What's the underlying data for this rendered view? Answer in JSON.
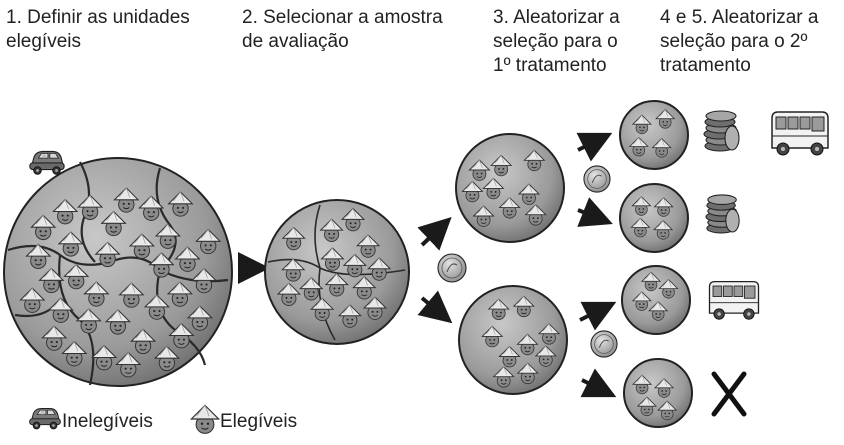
{
  "steps": [
    {
      "lines": [
        "1. Definir as unidades",
        "elegíveis"
      ]
    },
    {
      "lines": [
        "2. Selecionar a amostra",
        "de avaliação"
      ]
    },
    {
      "lines": [
        "3. Aleatorizar a",
        "seleção para o",
        "1º tratamento"
      ]
    },
    {
      "lines": [
        "4 e 5. Aleatorizar a",
        "seleção para o 2º",
        "tratamento"
      ]
    }
  ],
  "legend": {
    "ineligible": "Inelegíveis",
    "eligible": "Elegíveis"
  },
  "icons": {
    "eligible": "person-with-conical-hat-icon",
    "ineligible": "car-icon",
    "treatment_money": "coin-stack-icon",
    "treatment_transport": "bus-icon",
    "randomization": "coin-toss-icon",
    "no_treatment": "x-mark-icon"
  },
  "colors": {
    "group_fill": "#9a9a9a",
    "crack": "#333333",
    "person_face": "#8a8a8a",
    "hat": "#e6e6e6",
    "arrow": "#1a1a1a"
  }
}
